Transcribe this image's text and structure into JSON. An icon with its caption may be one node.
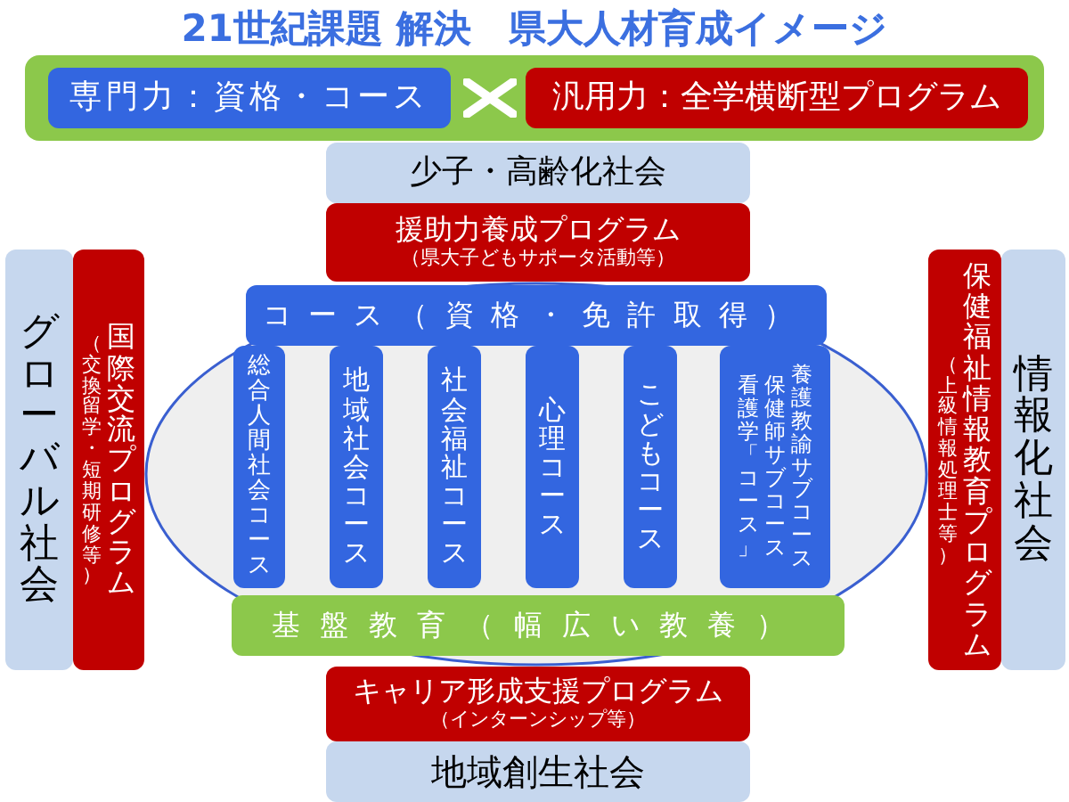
{
  "diagram": {
    "title": "21世紀課題 解決　県大人材育成イメージ",
    "nodes": [
      {
        "text": [],
        "shape": "box"
      },
      {
        "text": [
          "専門力：資格・コース"
        ],
        "in": 0
      },
      {
        "text": [
          "汎用力：全学横断型プログラム"
        ],
        "in": 0
      },
      {
        "text": [
          "少子・高齢化社会"
        ]
      },
      {
        "text": [
          "援助力養成プログラム",
          "（県大子どもサポータ活動等）"
        ]
      },
      {
        "text": [],
        "shape": "ellipse"
      },
      {
        "text": [
          "コース（資格・免許取得）"
        ],
        "in": 5
      },
      {
        "text": [
          "総合人間社会コース"
        ],
        "in": 5
      },
      {
        "text": [
          "地域社会コース"
        ],
        "in": 5
      },
      {
        "text": [
          "社会福祉コース"
        ],
        "in": 5
      },
      {
        "text": [
          "心理コース"
        ],
        "in": 5
      },
      {
        "text": [
          "こどもコース"
        ],
        "in": 5
      },
      {
        "text": [
          "看護学「コース」",
          "保健師サブコース",
          "養護教諭サブコース"
        ],
        "in": 5
      },
      {
        "text": [
          "基盤教育（幅広い教養）"
        ],
        "in": 5
      },
      {
        "text": [
          "キャリア形成支援プログラム",
          "（インターンシップ等）"
        ]
      },
      {
        "text": [
          "地域創生社会"
        ]
      },
      {
        "text": [
          "グローバル社会"
        ]
      },
      {
        "text": [
          "（交換留学・短期研修等）",
          "国際交流プログラム"
        ]
      },
      {
        "text": [
          "（上級情報処理士等）",
          "保健福祉情報教育プログラム"
        ]
      },
      {
        "text": [
          "情報化社会"
        ]
      }
    ]
  }
}
